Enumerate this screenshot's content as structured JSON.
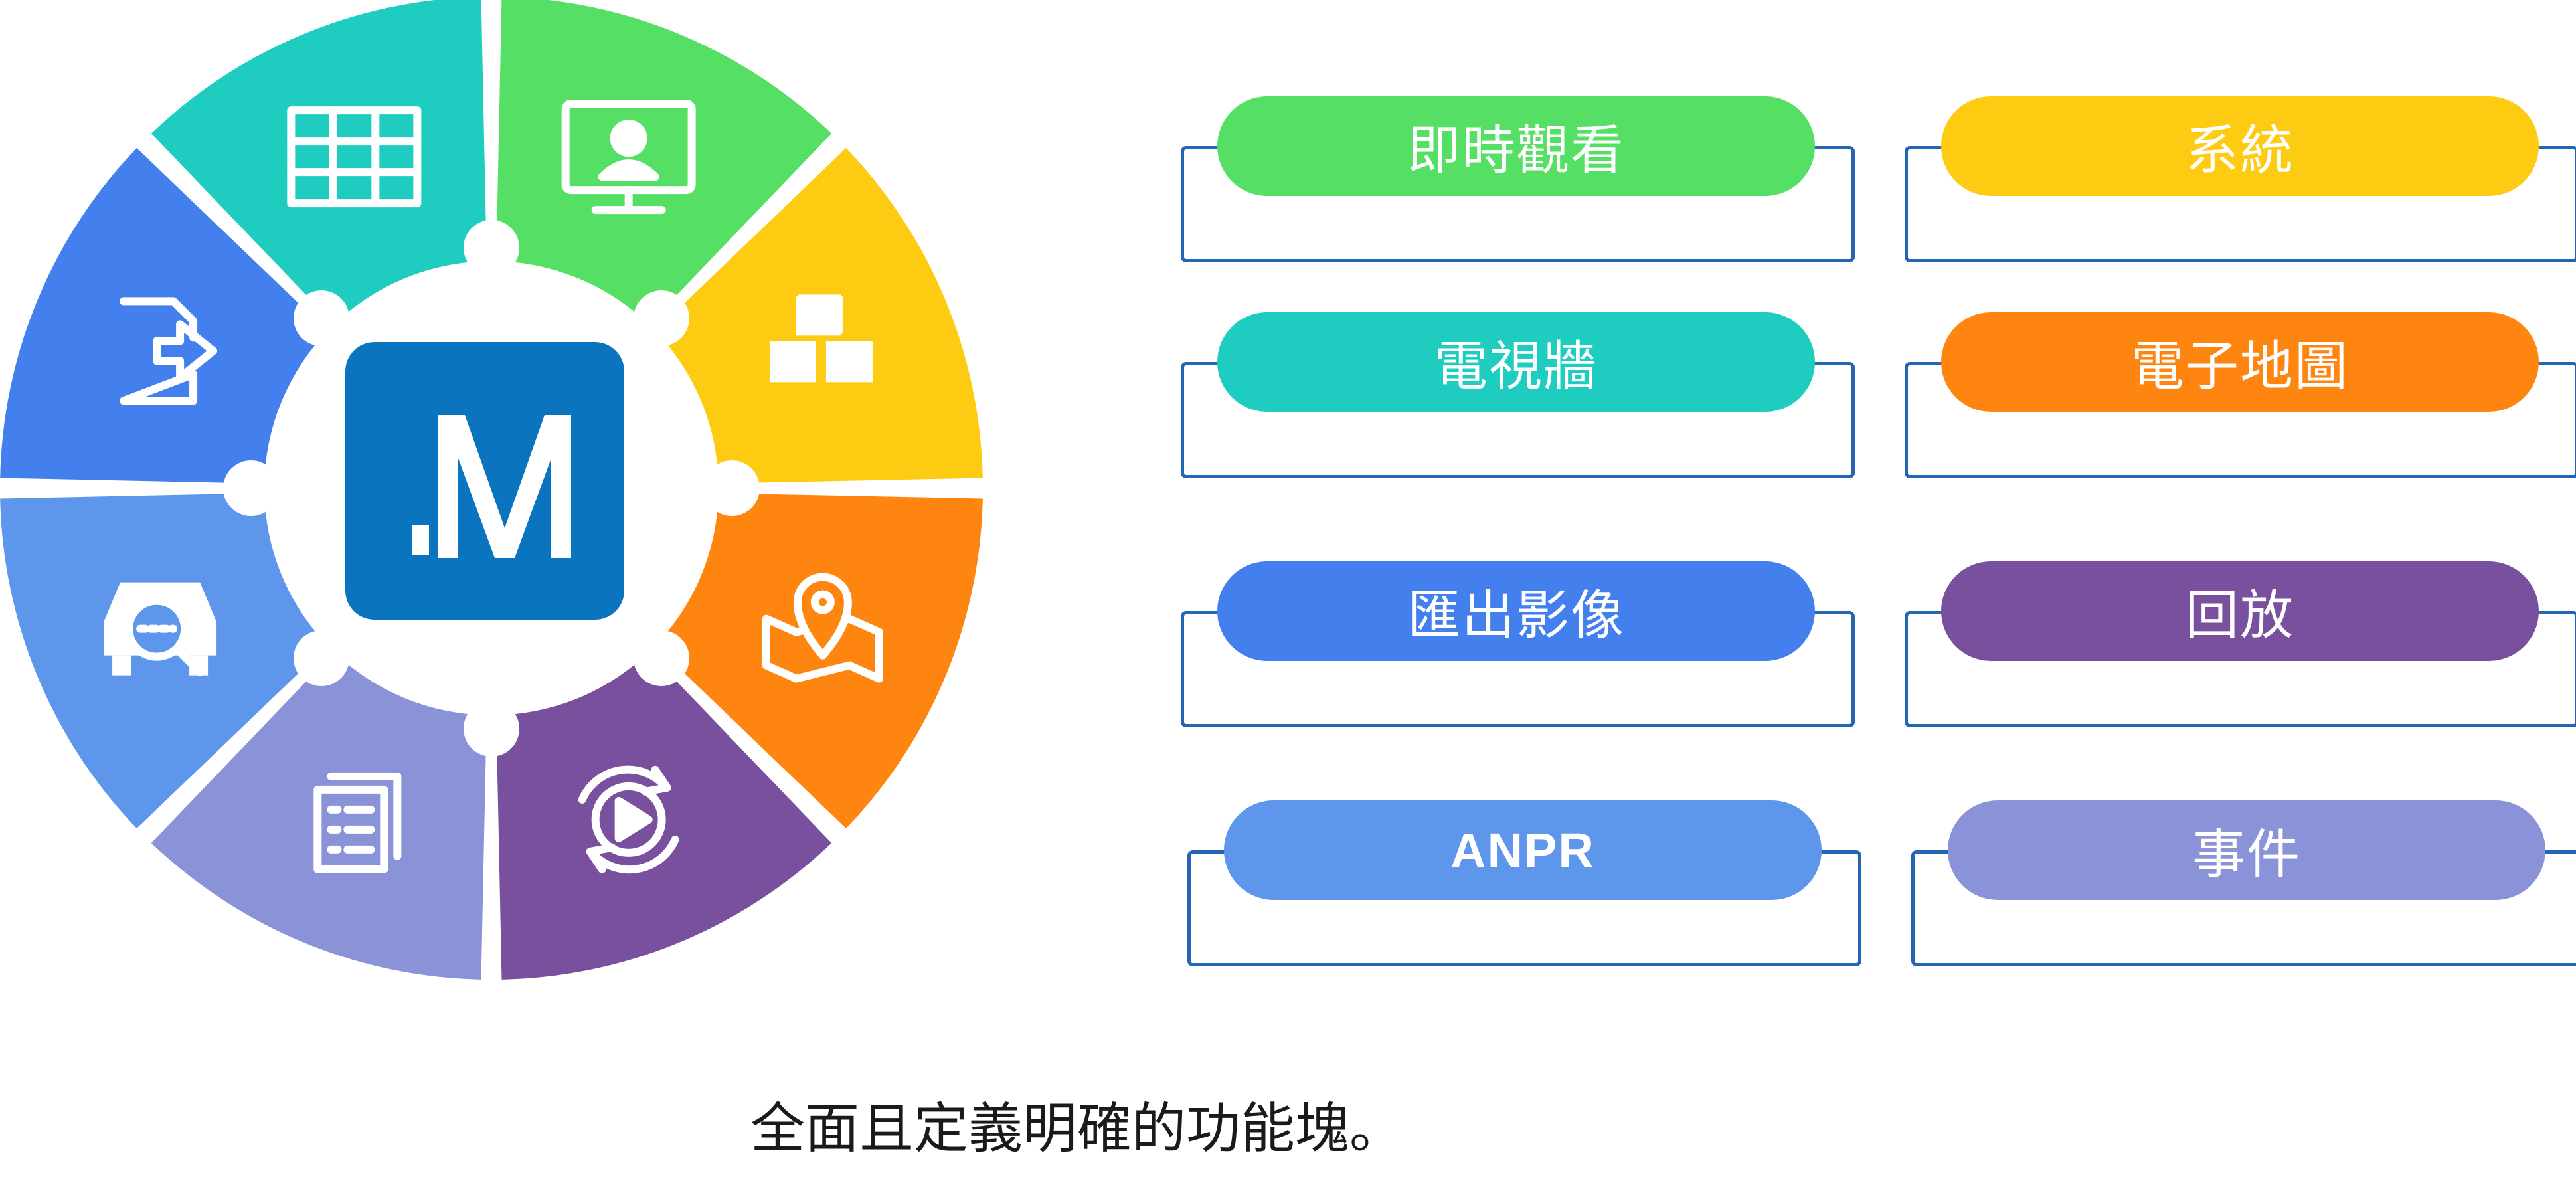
{
  "logo": {
    "text": "M",
    "bg_color": "#0b74bf"
  },
  "wheel_segments": [
    {
      "key": "live_view",
      "icon": "monitor-user-icon",
      "color": "#55e065"
    },
    {
      "key": "system",
      "icon": "cubes-icon",
      "color": "#fdcc12"
    },
    {
      "key": "emap",
      "icon": "map-pin-icon",
      "color": "#fd8510"
    },
    {
      "key": "playback",
      "icon": "replay-icon",
      "color": "#79509e"
    },
    {
      "key": "event",
      "icon": "document-list-icon",
      "color": "#8a92d8"
    },
    {
      "key": "anpr",
      "icon": "car-plate-icon",
      "color": "#5d96eb"
    },
    {
      "key": "export",
      "icon": "file-export-icon",
      "color": "#4380ee"
    },
    {
      "key": "video_wall",
      "icon": "grid-icon",
      "color": "#1fcdc0"
    }
  ],
  "functions": [
    {
      "label": "即時觀看",
      "color": "#55e065"
    },
    {
      "label": "系統",
      "color": "#fdcc12"
    },
    {
      "label": "電視牆",
      "color": "#1fcdc0"
    },
    {
      "label": "電子地圖",
      "color": "#fd8510"
    },
    {
      "label": "匯出影像",
      "color": "#4380ee"
    },
    {
      "label": "回放",
      "color": "#79509e"
    },
    {
      "label": "ANPR",
      "color": "#5d96eb"
    },
    {
      "label": "事件",
      "color": "#8a92d8"
    }
  ],
  "caption": "全面且定義明確的功能塊。"
}
